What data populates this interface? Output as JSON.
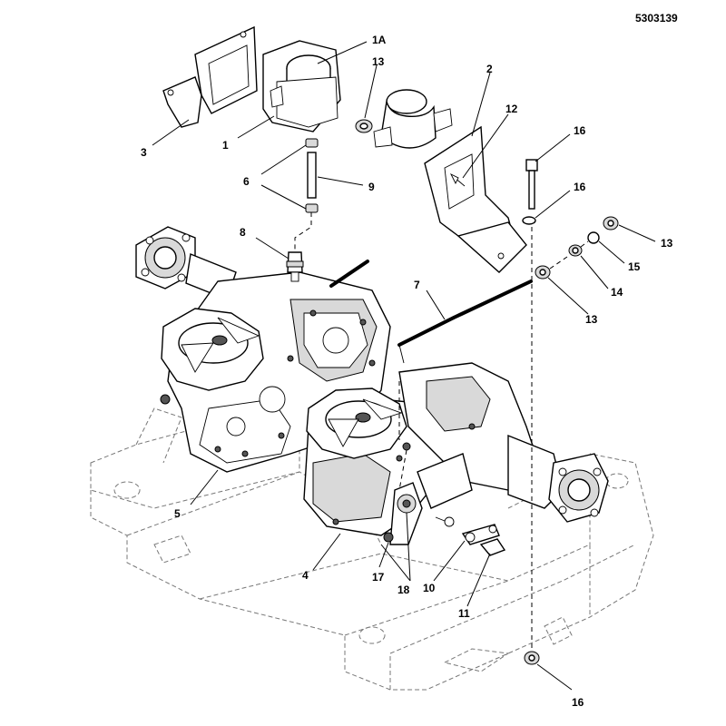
{
  "document_number": "5303139",
  "callouts": {
    "c1A": "1A",
    "c1": "1",
    "c2": "2",
    "c3": "3",
    "c4": "4",
    "c5": "5",
    "c6": "6",
    "c7": "7",
    "c8": "8",
    "c9": "9",
    "c10": "10",
    "c11": "11",
    "c12": "12",
    "c13a": "13",
    "c13b": "13",
    "c13c": "13",
    "c14": "14",
    "c15": "15",
    "c16a": "16",
    "c16b": "16",
    "c16c": "16",
    "c17": "17",
    "c18": "18"
  }
}
